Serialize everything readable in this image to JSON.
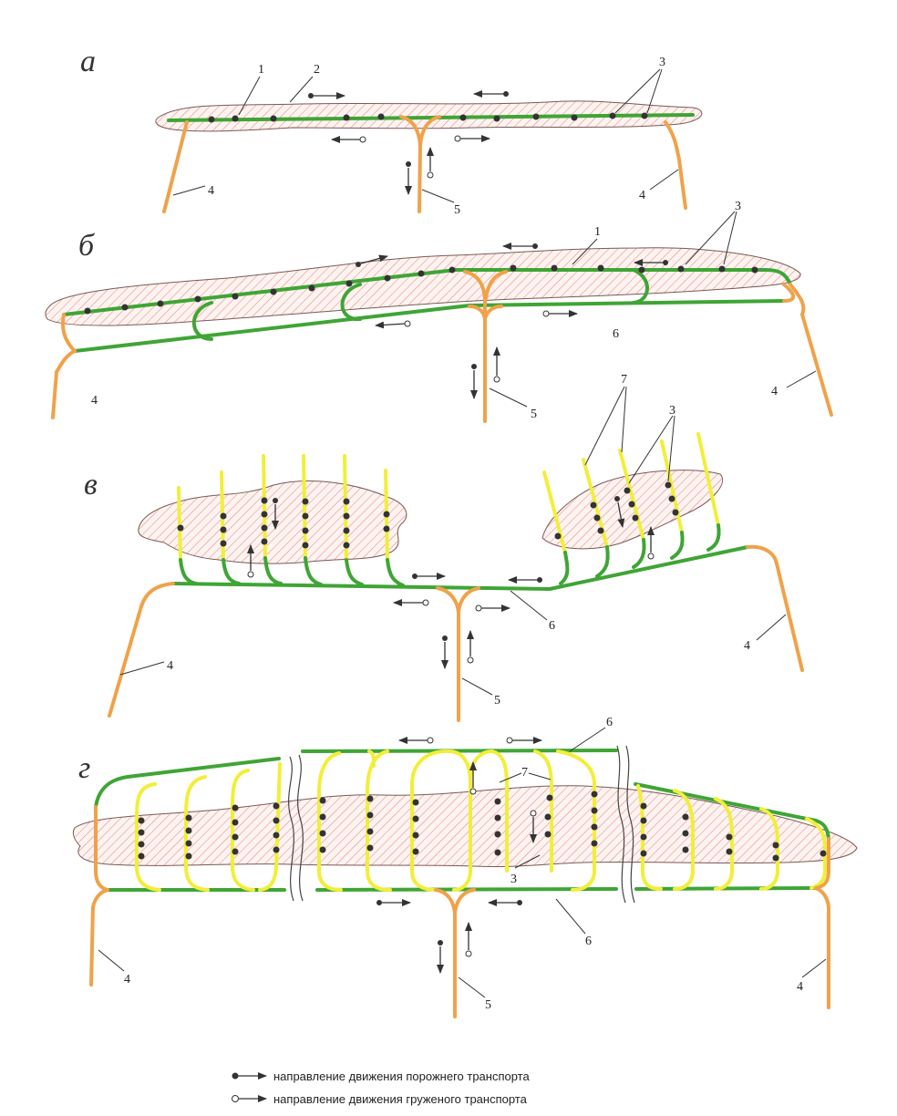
{
  "panels": [
    {
      "id": "a",
      "letter": "а"
    },
    {
      "id": "b",
      "letter": "б"
    },
    {
      "id": "v",
      "letter": "в"
    },
    {
      "id": "g",
      "letter": "г"
    }
  ],
  "callouts": {
    "n1": "1",
    "n2": "2",
    "n3": "3",
    "n4": "4",
    "n5": "5",
    "n6": "6",
    "n7": "7"
  },
  "legend": {
    "empty": "направление движения порожнего транспорта",
    "loaded": "направление движения груженого транспорта"
  },
  "colors": {
    "haul_road_green": "#3fa535",
    "access_road_orange": "#f0a24a",
    "loading_spur_yellow": "#f2ee3a",
    "ore_hatch": "#e88078"
  }
}
